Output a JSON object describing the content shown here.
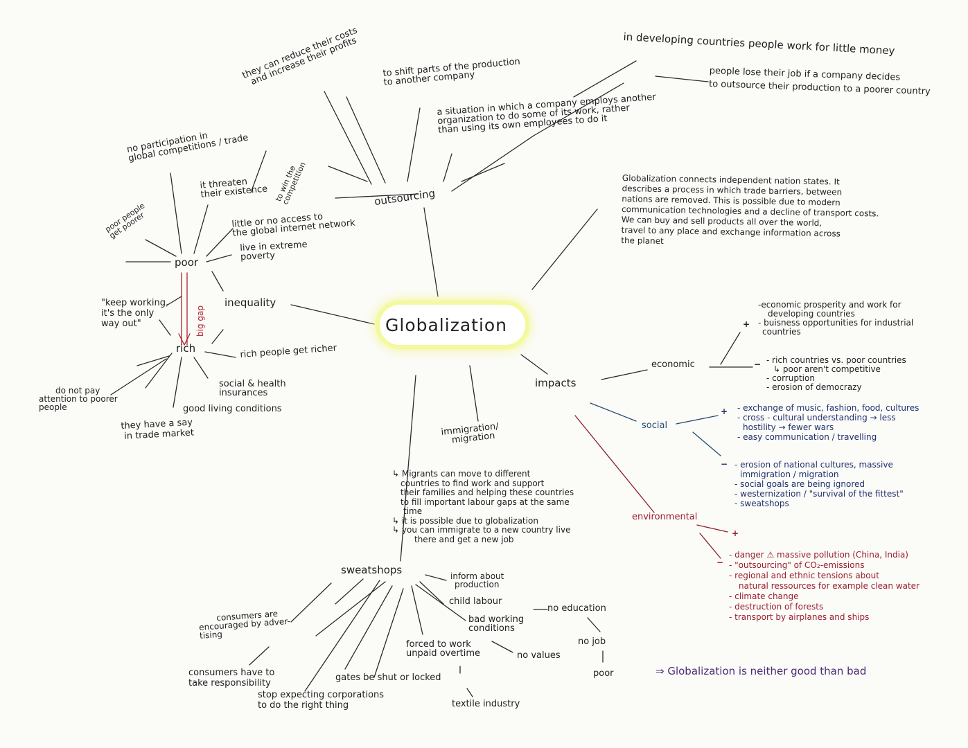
{
  "center": "Globalization",
  "outsourcing": {
    "label": "outsourcing",
    "reduce_costs": [
      "they can reduce their costs",
      "and increase their profits"
    ],
    "shift": [
      "to shift parts of the production",
      "to another company"
    ],
    "developing": "in developing countries people work for little money",
    "lose_job": [
      "people lose their job if a company decides",
      "to outsource their production to a poorer country"
    ],
    "situation": [
      "a situation in which a company employs another",
      "organization to do some of its work, rather",
      "than using its own employees to do it"
    ]
  },
  "definition": [
    "Globalization connects independent nation states. It",
    "describes a process in which trade barriers, between",
    "nations are removed. This is possible due to modern",
    "communication technologies and a decline of transport costs.",
    "We can buy and sell products all over the world,",
    "travel to any place and exchange information across",
    "the planet"
  ],
  "inequality": {
    "label": "inequality",
    "big_gap": "big gap",
    "keep_working": [
      "\"keep working,",
      "it's the only",
      "way out\""
    ],
    "poor": {
      "label": "poor",
      "no_participation": [
        "no participation in",
        "global competitions / trade"
      ],
      "threaten": [
        "it threaten",
        "their existence"
      ],
      "to_win": [
        "to win the",
        "competition"
      ],
      "poorer": [
        "poor people",
        "get poorer"
      ],
      "no_access": [
        "little or no access to",
        "the global internet network"
      ],
      "extreme": [
        "live in extreme",
        "poverty"
      ]
    },
    "rich": {
      "label": "rich",
      "richer": "rich people get richer",
      "insurances": [
        "social & health",
        "insurances"
      ],
      "living": "good living conditions",
      "say": [
        "they have a say",
        "in trade market"
      ],
      "no_attention": [
        "do not pay",
        "attention to poorer",
        "people"
      ]
    }
  },
  "impacts": {
    "label": "impacts",
    "economic": {
      "label": "economic",
      "plus": "+",
      "minus": "−",
      "pos": [
        "-economic prosperity and work for",
        "developing countries",
        "- buisness opportunities for industrial",
        "countries"
      ],
      "neg": [
        "- rich countries vs. poor countries",
        "↳ poor aren't competitive",
        "- corruption",
        "- erosion of democrazy"
      ]
    },
    "social": {
      "label": "social",
      "plus": "+",
      "minus": "−",
      "pos": [
        "- exchange of music, fashion, food, cultures",
        "- cross - cultural understanding → less",
        "hostility → fewer wars",
        "- easy communication / travelling"
      ],
      "neg": [
        "- erosion of national cultures, massive",
        "immigration / migration",
        "- social goals are being ignored",
        "- westernization / \"survival of the fittest\"",
        "- sweatshops"
      ]
    },
    "environmental": {
      "label": "environmental",
      "plus": "+",
      "minus": "−",
      "neg": [
        "- danger ⚠ massive pollution (China, India)",
        "- \"outsourcing\" of CO₂-emissions",
        "- regional and ethnic tensions about",
        "natural ressources for example clean water",
        "- climate change",
        "- destruction of forests",
        "- transport by airplanes and ships"
      ]
    },
    "conclusion": "⇒ Globalization is neither good than bad"
  },
  "migration": {
    "label": [
      "immigration/",
      "migration"
    ],
    "notes": [
      "↳ Migrants can move to different",
      "countries to find work and support",
      "their families and helping these countries",
      "to fill important labour gaps at the same",
      "time",
      "↳ it is possible due to globalization",
      "↳ you can immigrate to a new country live",
      "there and get a new job"
    ]
  },
  "sweatshops": {
    "label": "sweatshops",
    "inform": [
      "inform about",
      "production"
    ],
    "child": "child labour",
    "no_education": "no education",
    "bad_working": [
      "bad working",
      "conditions"
    ],
    "forced": [
      "forced to work",
      "unpaid overtime"
    ],
    "no_values": "no values",
    "no_job": "no job",
    "poor": "poor",
    "gates": "gates be shut or locked",
    "textile": "textile industry",
    "consumers_adv": [
      "consumers are",
      "encouraged by adver-",
      "tising"
    ],
    "consumers_resp": [
      "consumers have to",
      "take responsibility"
    ],
    "stop_expecting": [
      "stop expecting corporations",
      "to do the right thing"
    ]
  }
}
